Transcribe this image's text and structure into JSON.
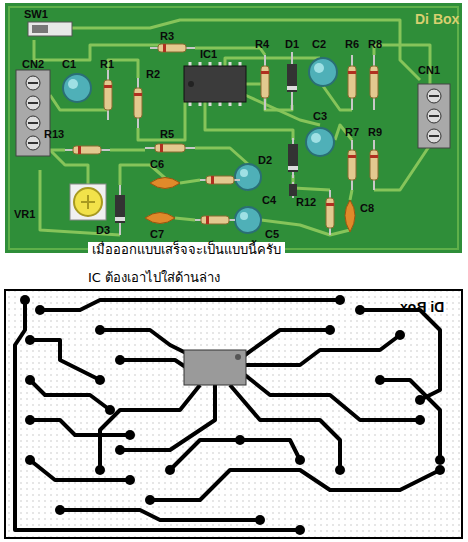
{
  "diagram": {
    "labels": [
      "SW1",
      "Di Box",
      "CN2",
      "C1",
      "R1",
      "R3",
      "IC1",
      "R4",
      "D1",
      "C2",
      "R6",
      "R8",
      "R2",
      "CN1",
      "C3",
      "R7",
      "R9",
      "R13",
      "R5",
      "C6",
      "D2",
      "C4",
      "VR1",
      "D3",
      "R12",
      "C8",
      "C7",
      "C5",
      "เมื่อออกแบบเสร็จจะเป็นแบบนี้ครับ",
      "IC ต้องเอาไปใส่ด้านล่าง",
      "Di Box"
    ]
  }
}
